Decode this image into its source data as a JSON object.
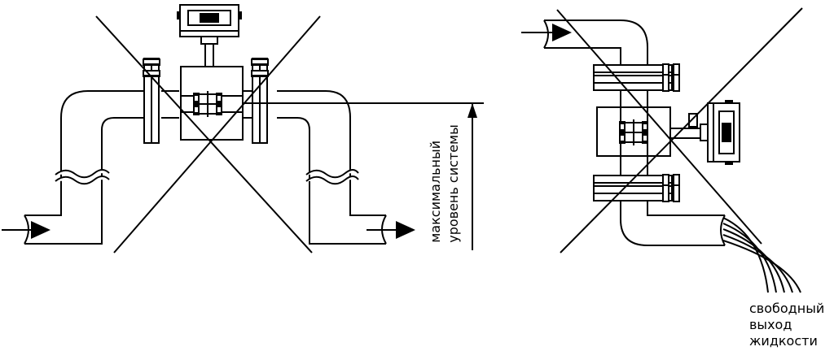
{
  "labels": {
    "max_level": [
      "максимальный",
      "уровень системы"
    ],
    "free_outlet": [
      "свободный",
      "выход",
      "жидкости"
    ]
  },
  "colors": {
    "line": "#000000",
    "background": "#ffffff"
  },
  "icons": [
    "flow-arrow-icon",
    "cross-out-icon",
    "flowmeter-icon",
    "liquid-jet-icon"
  ]
}
